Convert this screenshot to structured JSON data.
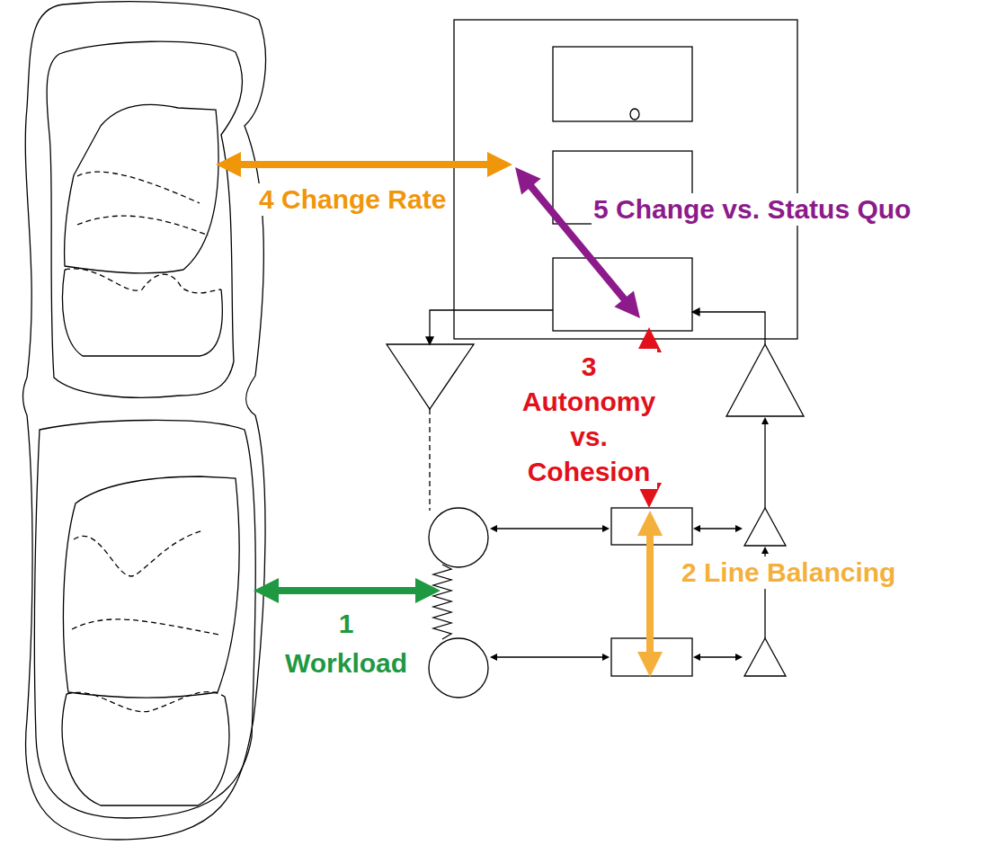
{
  "diagram": {
    "labels": [
      "4 Change Rate",
      "5 Change vs. Status Quo",
      "3 Autonomy vs. Cohesion",
      "2 Line Balancing",
      "1 Workload"
    ]
  }
}
